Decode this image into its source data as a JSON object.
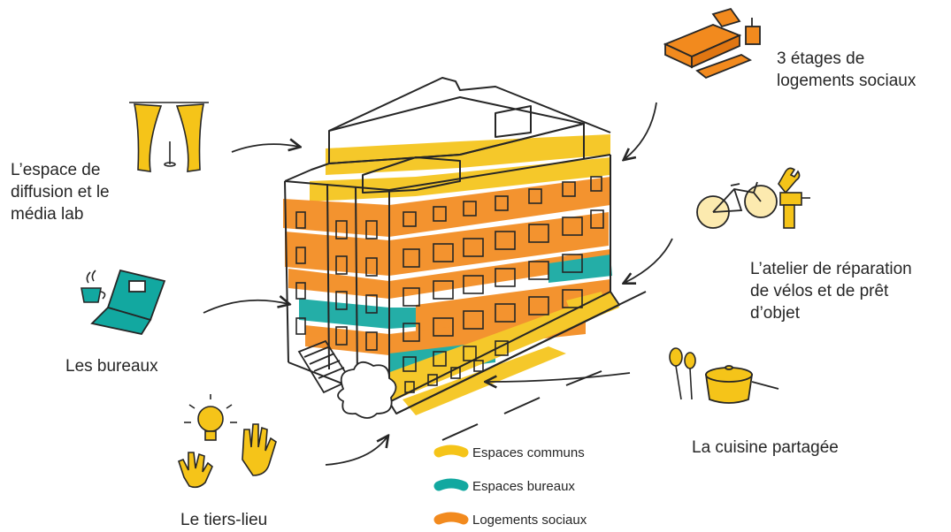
{
  "labels": {
    "logements": "3 étages de\nlogements sociaux",
    "diffusion": "L’espace de\ndiffusion et le\nmédia lab",
    "atelier": "L’atelier de réparation\nde vélos et de prêt\nd’objet",
    "bureaux": "Les bureaux",
    "cuisine": "La cuisine partagée",
    "tiers_lieu": "Le tiers-lieu"
  },
  "legend": [
    {
      "label": "Espaces communs",
      "color": "#F5C419"
    },
    {
      "label": "Espaces bureaux",
      "color": "#12A8A0"
    },
    {
      "label": "Logements sociaux",
      "color": "#F28A1E"
    }
  ],
  "colors": {
    "yellow": "#F5C419",
    "teal": "#12A8A0",
    "orange": "#F28A1E",
    "ink": "#262626"
  }
}
